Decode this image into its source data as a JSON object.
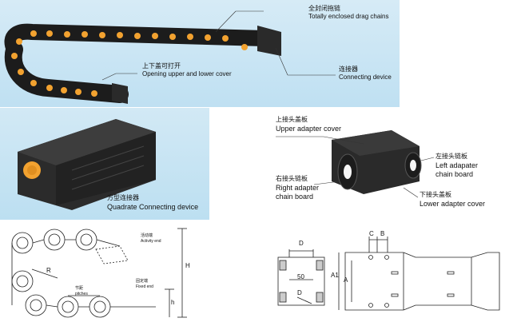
{
  "top": {
    "enclosed_cn": "全封闭拖链",
    "enclosed_en": "Totally enclosed  drag chains",
    "opening_cn": "上下盖可打开",
    "opening_en": "Opening upper and lower cover",
    "connect_cn": "连接器",
    "connect_en": "Connecting device"
  },
  "quadrate": {
    "cn": "方型连接器",
    "en": "Quadrate Connecting device"
  },
  "adapter": {
    "upper_cn": "上接头盖板",
    "upper_en": "Upper adapter cover",
    "left_cn": "左接头链板",
    "left_en1": "Left adapater",
    "left_en2": "chain board",
    "right_cn": "右接头链板",
    "right_en1": "Right adapter",
    "right_en2": "chain board",
    "lower_cn": "下接头盖板",
    "lower_en": "Lower adapter cover"
  },
  "drawing_left": {
    "activity_cn": "活动端",
    "activity_en": "Activity end",
    "pitch_cn": "节距",
    "pitch_en": "pitches",
    "fixed_cn": "固定端",
    "fixed_en": "Fixed end",
    "r": "R",
    "h_upper": "H",
    "h_lower": "h"
  },
  "drawing_right": {
    "d_top": "D",
    "fifty": "50",
    "d_bottom": "D",
    "c": "C",
    "b": "B",
    "a1": "A1",
    "a": "A"
  },
  "colors": {
    "chain": "#1f1f1f",
    "roller": "#f0a030",
    "panel_blue": "#c8e4f4"
  }
}
